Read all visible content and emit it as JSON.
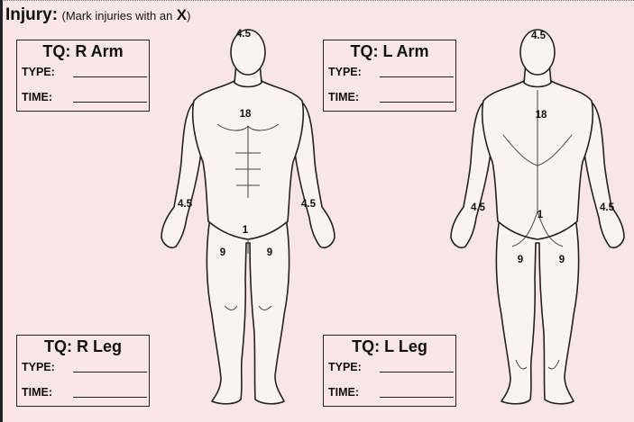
{
  "header": {
    "title": "Injury:",
    "note": "(Mark injuries with an",
    "mark": "X",
    "close": ")"
  },
  "tq_boxes": [
    {
      "title": "TQ:  R Arm",
      "type_label": "TYPE:",
      "time_label": "TIME:"
    },
    {
      "title": "TQ:  L Arm",
      "type_label": "TYPE:",
      "time_label": "TIME:"
    },
    {
      "title": "TQ:  R Leg",
      "type_label": "TYPE:",
      "time_label": "TIME:"
    },
    {
      "title": "TQ:  L Leg",
      "type_label": "TYPE:",
      "time_label": "TIME:"
    }
  ],
  "front_figure": {
    "head": "4.5",
    "torso": "18",
    "right_arm": "4.5",
    "left_arm": "4.5",
    "groin": "1",
    "right_leg": "9",
    "left_leg": "9"
  },
  "back_figure": {
    "head": "4.5",
    "torso": "18",
    "left_arm": "4.5",
    "right_arm": "4.5",
    "groin": "1",
    "left_leg": "9",
    "right_leg": "9"
  }
}
